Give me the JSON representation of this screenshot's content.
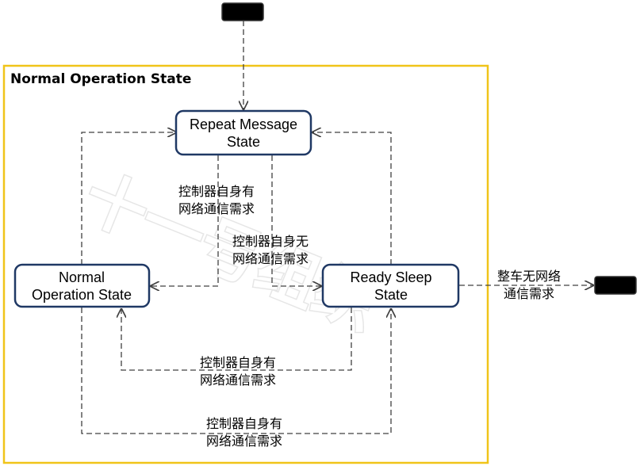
{
  "container": {
    "title": "Normal Operation State",
    "border_color": "#f0c419"
  },
  "states": {
    "repeat_message": {
      "line1": "Repeat Message",
      "line2": "State"
    },
    "normal_operation": {
      "line1": "Normal",
      "line2": "Operation State"
    },
    "ready_sleep": {
      "line1": "Ready Sleep",
      "line2": "State"
    }
  },
  "pseudo_states": {
    "entry": "initial-state",
    "exit": "final-state",
    "fill": "#000000"
  },
  "state_border_color": "#1f3864",
  "transitions": {
    "rm_to_no": {
      "line1": "控制器自身有",
      "line2": "网络通信需求"
    },
    "rm_to_rs": {
      "line1": "控制器自身无",
      "line2": "网络通信需求"
    },
    "rs_to_no": {
      "line1": "控制器自身有",
      "line2": "网络通信需求"
    },
    "no_to_rs": {
      "line1": "控制器自身有",
      "line2": "网络通信需求"
    },
    "rs_to_exit": {
      "line1": "整车无网络",
      "line2": "通信需求"
    }
  },
  "watermark": {
    "icon": "watermark-logo"
  }
}
